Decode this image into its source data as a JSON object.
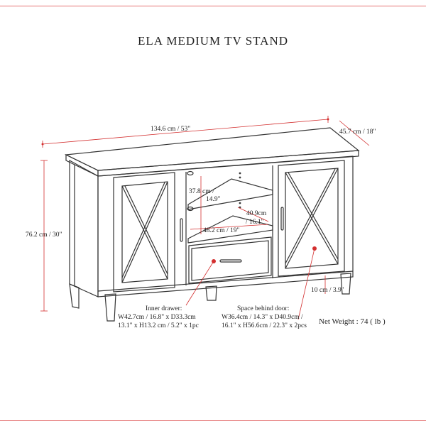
{
  "title": "ELA MEDIUM TV STAND",
  "dimensions": {
    "width": "134.6 cm / 53\"",
    "depth": "45.7 cm / 18\"",
    "height": "76.2 cm / 30\"",
    "shelf_height_cm": "37.8 cm /",
    "shelf_height_in": "14.9\"",
    "shelf_depth_cm": "40.9cm",
    "shelf_depth_in": "/ 16.1\"",
    "shelf_width": "48.2 cm / 19\"",
    "leg_height": "10 cm / 3.9\""
  },
  "inner_drawer": {
    "heading": "Inner drawer:",
    "line1": "W42.7cm / 16.8\" x D33.3cm",
    "line2": "13.1\" x H13.2 cm / 5.2\" x 1pc"
  },
  "space_behind_door": {
    "heading": "Space behind door:",
    "line1": "W36.4cm / 14.3\" x D40.9cm /",
    "line2": "16.1\" x H56.6cm / 22.3\" x 2pcs"
  },
  "net_weight": "Net Weight : 74 ( lb )",
  "colors": {
    "accent_line": "#e57373",
    "dimension_line": "#d32f2f",
    "drawing": "#333333"
  }
}
